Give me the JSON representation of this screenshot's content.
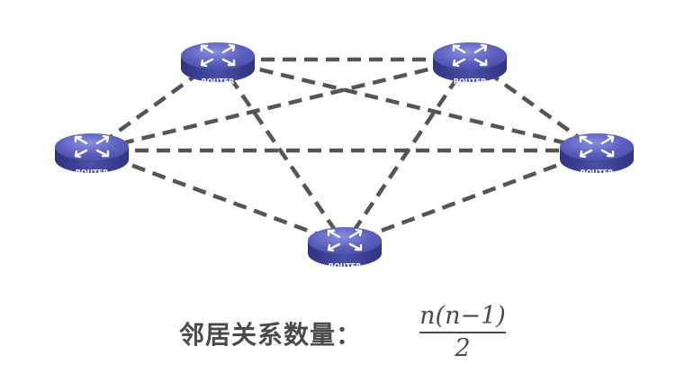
{
  "diagram": {
    "routers": [
      {
        "id": "r-top-left",
        "label": "ROUTER"
      },
      {
        "id": "r-top-right",
        "label": "ROUTER"
      },
      {
        "id": "r-left",
        "label": "ROUTER"
      },
      {
        "id": "r-right",
        "label": "ROUTER"
      },
      {
        "id": "r-bottom",
        "label": "ROUTER"
      }
    ],
    "links": [
      [
        "r-top-left",
        "r-top-right"
      ],
      [
        "r-top-left",
        "r-left"
      ],
      [
        "r-top-left",
        "r-right"
      ],
      [
        "r-top-left",
        "r-bottom"
      ],
      [
        "r-top-right",
        "r-left"
      ],
      [
        "r-top-right",
        "r-right"
      ],
      [
        "r-top-right",
        "r-bottom"
      ],
      [
        "r-left",
        "r-right"
      ],
      [
        "r-left",
        "r-bottom"
      ],
      [
        "r-right",
        "r-bottom"
      ]
    ],
    "colors": {
      "router_top": "#5b60b8",
      "router_side": "#3a3f8f",
      "router_highlight": "#7b80d0",
      "link": "#555555",
      "label": "#ffffff"
    }
  },
  "caption": {
    "label": "邻居关系数量：",
    "formula_numerator": "n(n−1)",
    "formula_denominator": "2"
  }
}
